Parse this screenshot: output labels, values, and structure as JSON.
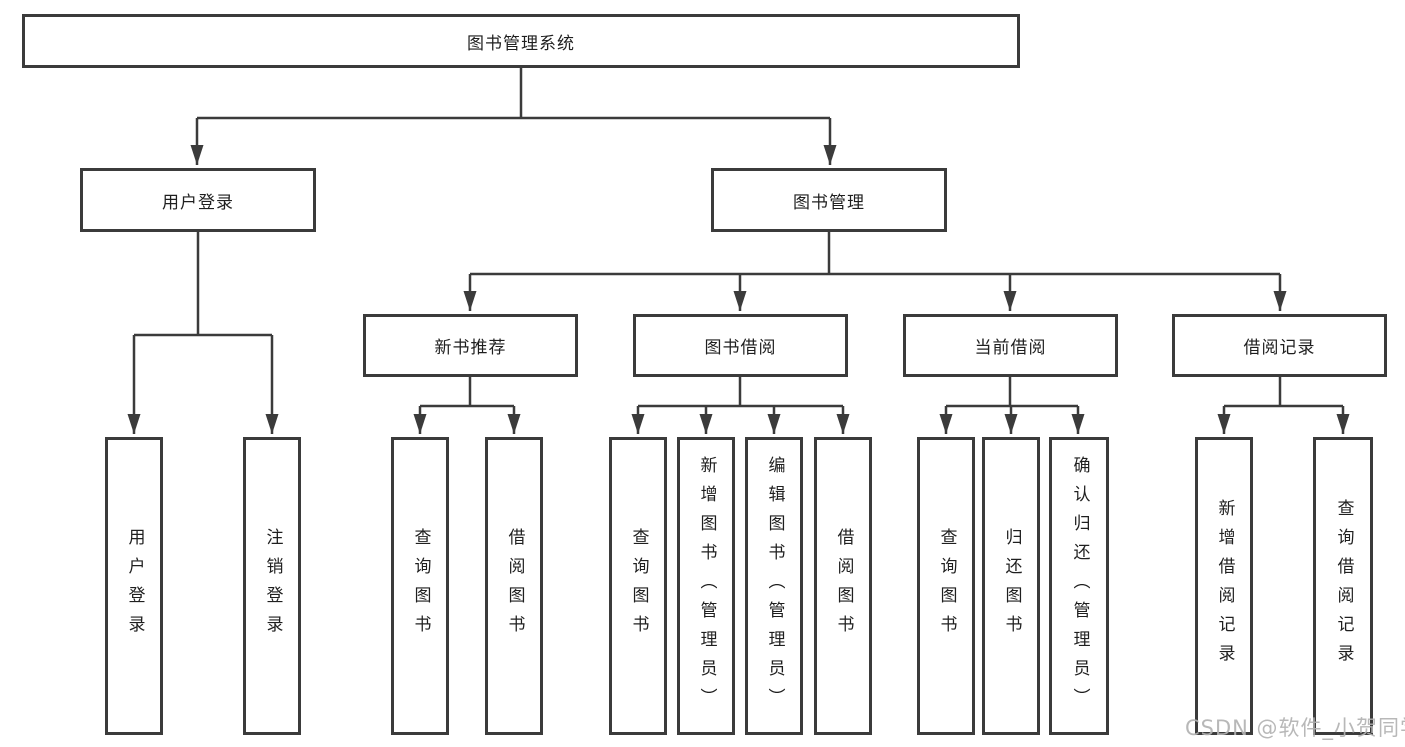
{
  "diagram": {
    "type": "function-structure-tree",
    "root": {
      "label": "图书管理系统"
    },
    "branches": [
      {
        "label": "用户登录",
        "children": [
          {
            "label": "用户登录"
          },
          {
            "label": "注销登录"
          }
        ]
      },
      {
        "label": "图书管理",
        "children": [
          {
            "label": "新书推荐",
            "children": [
              {
                "label": "查询图书"
              },
              {
                "label": "借阅图书"
              }
            ]
          },
          {
            "label": "图书借阅",
            "children": [
              {
                "label": "查询图书"
              },
              {
                "label": "新增图书（管理员）"
              },
              {
                "label": "编辑图书（管理员）"
              },
              {
                "label": "借阅图书"
              }
            ]
          },
          {
            "label": "当前借阅",
            "children": [
              {
                "label": "查询图书"
              },
              {
                "label": "归还图书"
              },
              {
                "label": "确认归还（管理员）"
              }
            ]
          },
          {
            "label": "借阅记录",
            "children": [
              {
                "label": "新增借阅记录"
              },
              {
                "label": "查询借阅记录"
              }
            ]
          }
        ]
      }
    ],
    "watermark": "CSDN @软件_小贺同学",
    "colors": {
      "line": "#3b3b3b",
      "text": "#1f1f1f",
      "background": "#ffffff",
      "watermark": "#b3b3b3"
    }
  }
}
